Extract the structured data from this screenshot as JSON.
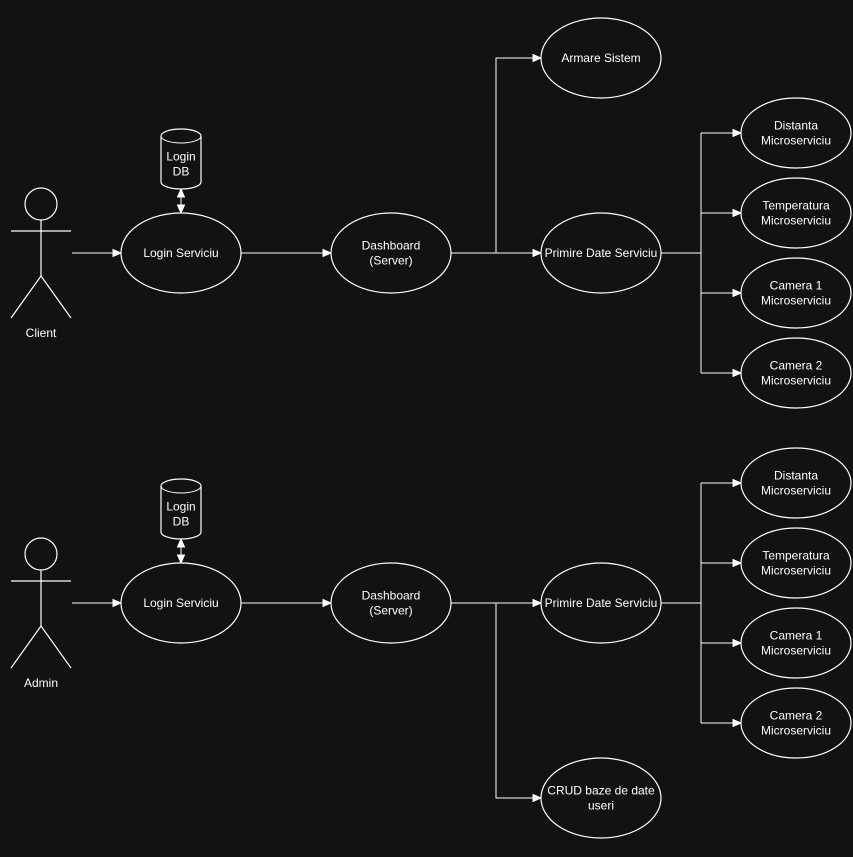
{
  "colors": {
    "background": "#121212",
    "stroke": "#ffffff",
    "text": "#ffffff"
  },
  "client": {
    "actor": "Client",
    "login_db": [
      "Login",
      "DB"
    ],
    "login_service": [
      "Login Serviciu"
    ],
    "dashboard": [
      "Dashboard",
      "(Server)"
    ],
    "arm_system": [
      "Armare Sistem"
    ],
    "data_service": [
      "Primire Date Serviciu"
    ],
    "distance": [
      "Distanta",
      "Microserviciu"
    ],
    "temperature": [
      "Temperatura",
      "Microserviciu"
    ],
    "camera1": [
      "Camera 1",
      "Microserviciu"
    ],
    "camera2": [
      "Camera 2",
      "Microserviciu"
    ]
  },
  "admin": {
    "actor": "Admin",
    "login_db": [
      "Login",
      "DB"
    ],
    "login_service": [
      "Login Serviciu"
    ],
    "dashboard": [
      "Dashboard",
      "(Server)"
    ],
    "data_service": [
      "Primire Date Serviciu"
    ],
    "crud": [
      "CRUD baze de date",
      "useri"
    ],
    "distance": [
      "Distanta",
      "Microserviciu"
    ],
    "temperature": [
      "Temperatura",
      "Microserviciu"
    ],
    "camera1": [
      "Camera 1",
      "Microserviciu"
    ],
    "camera2": [
      "Camera 2",
      "Microserviciu"
    ]
  }
}
